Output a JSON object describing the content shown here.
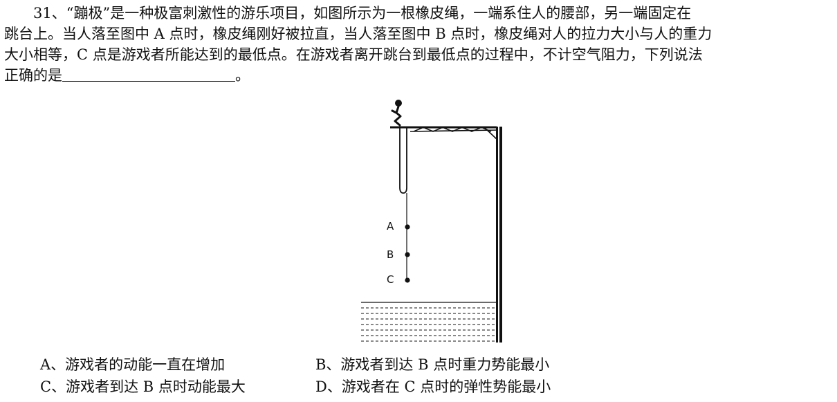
{
  "question": {
    "lines": [
      "　　31、“蹦极”是一种极富刺激性的游乐项目，如图所示为一根橡皮绳，一端系住人的腰部，另一端固定在",
      "跳台上。当人落至图中 A 点时，橡皮绳刚好被拉直，当人落至图中 B 点时，橡皮绳对人的拉力大小与人的重力",
      "大小相等，C 点是游戏者所能达到的最低点。在游戏者离开跳台到最低点的过程中，不计空气阻力，下列说法"
    ],
    "last_line_prefix": "正确的是",
    "last_line_suffix": "。"
  },
  "figure": {
    "point_labels": [
      "A",
      "B",
      "C"
    ]
  },
  "options": [
    "A、游戏者的动能一直在增加",
    "B、游戏者到达 B 点时重力势能最小",
    "C、游戏者到达 B 点时动能最大",
    "D、游戏者在 C 点时的弹性势能最小"
  ]
}
